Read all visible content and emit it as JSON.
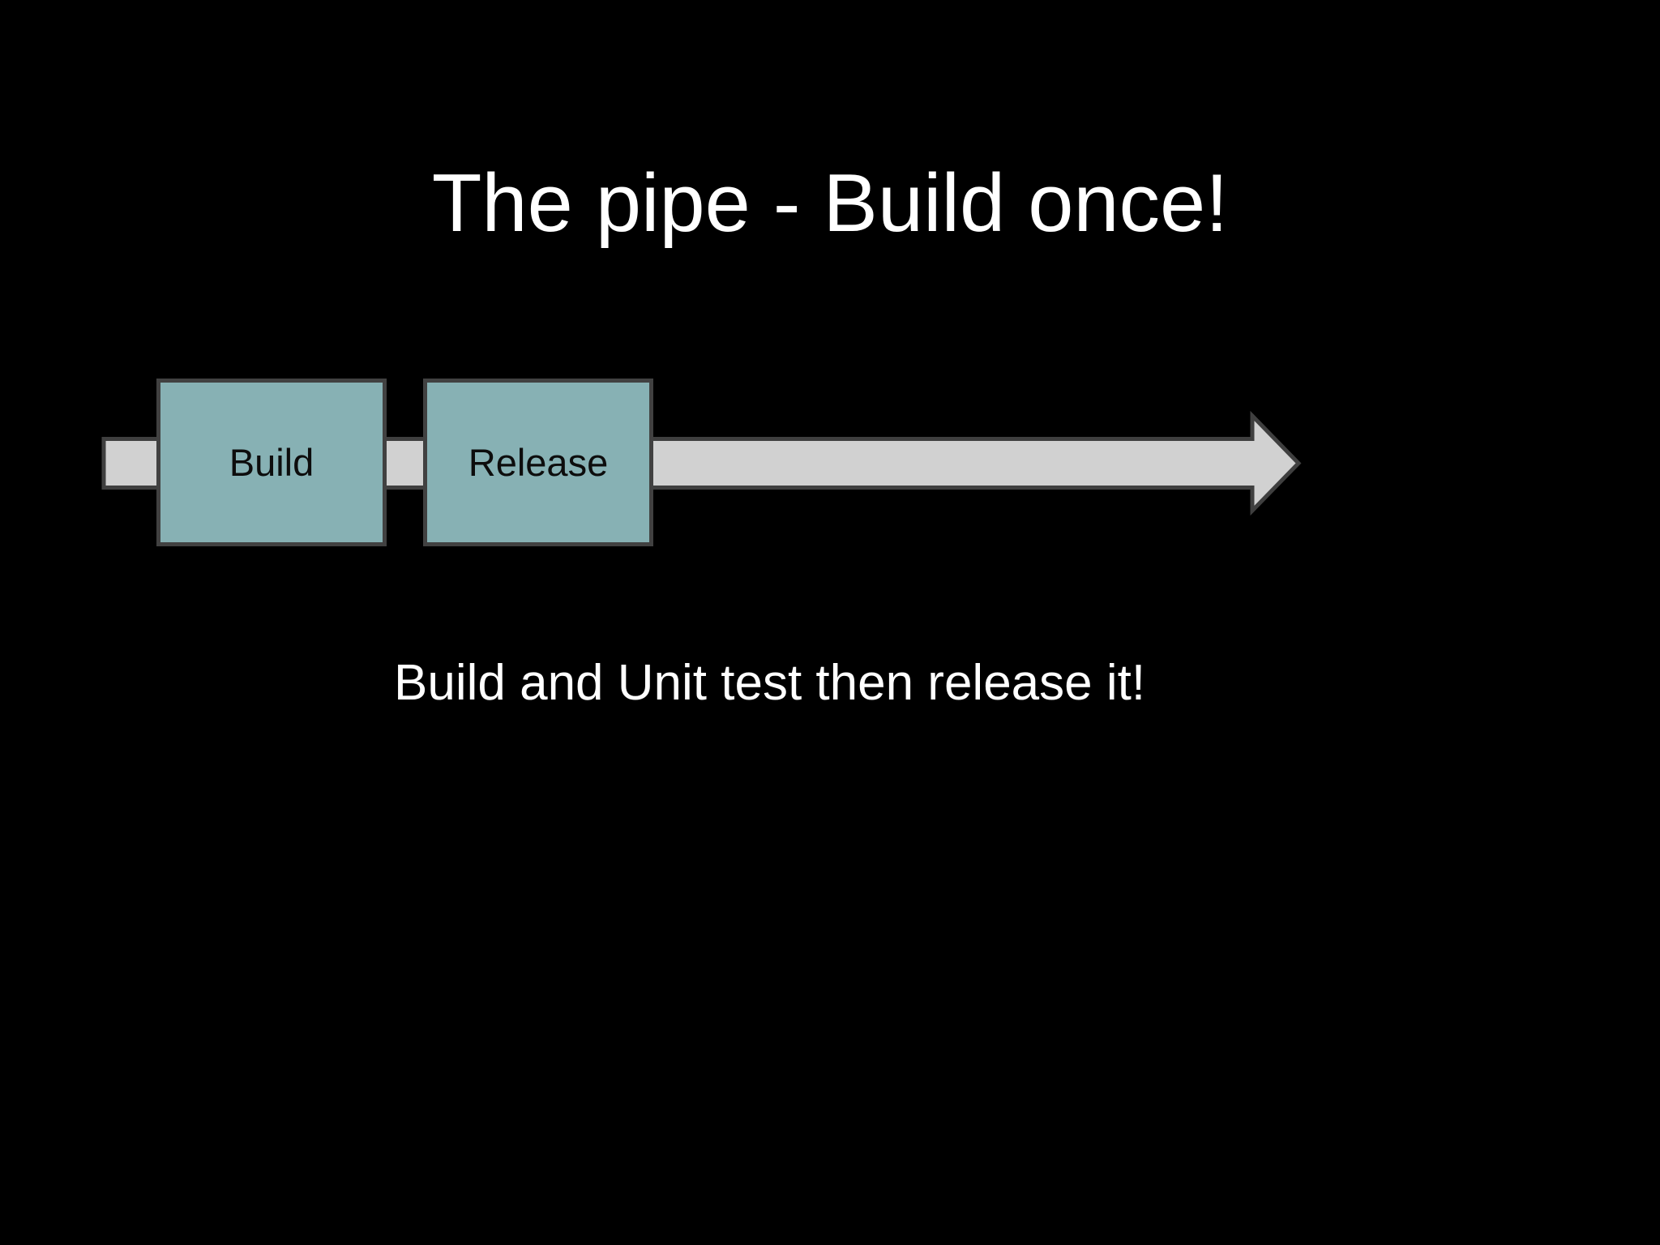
{
  "slide": {
    "title": "The pipe - Build once!",
    "caption": "Build and Unit test then release it!",
    "background_color": "#000000",
    "text_color": "#ffffff"
  },
  "diagram": {
    "type": "pipeline",
    "direction": "left-to-right",
    "stages": [
      {
        "label": "Build"
      },
      {
        "label": "Release"
      }
    ],
    "stage_style": {
      "fill": "#87b1b4",
      "border": "#414141",
      "label_color": "#0d0d0d"
    },
    "arrow": {
      "name": "pipe-arrow",
      "fill": "#d1d1d1",
      "border": "#3f3f3f",
      "direction": "right"
    }
  }
}
